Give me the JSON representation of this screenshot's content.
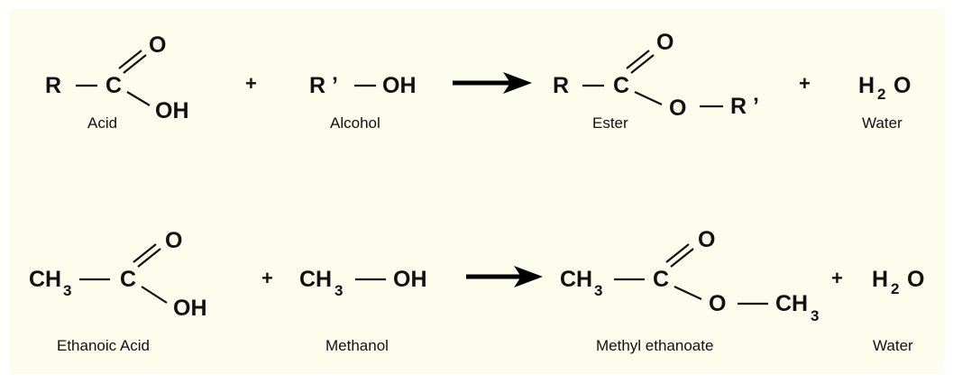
{
  "colors": {
    "panel_background": "#fdfdee",
    "ink": "#111111"
  },
  "general_reaction": {
    "acid": {
      "r": "R",
      "carbon": "C",
      "carbonyl_o": "O",
      "hydroxyl": "OH",
      "caption": "Acid"
    },
    "plus_1": "+",
    "alcohol": {
      "r_prime": "R ’",
      "hydroxyl": "OH",
      "caption": "Alcohol"
    },
    "ester": {
      "r": "R",
      "carbon": "C",
      "carbonyl_o": "O",
      "ether_o": "O",
      "r_prime": "R ’",
      "caption": "Ester"
    },
    "plus_2": "+",
    "water": {
      "h": "H",
      "h_subscript": "2",
      "o": "O",
      "caption": "Water"
    }
  },
  "specific_reaction": {
    "acid": {
      "ch": "CH",
      "ch_subscript": "3",
      "carbon": "C",
      "carbonyl_o": "O",
      "hydroxyl": "OH",
      "caption": "Ethanoic Acid"
    },
    "plus_1": "+",
    "alcohol": {
      "ch": "CH",
      "ch_subscript": "3",
      "hydroxyl": "OH",
      "caption": "Methanol"
    },
    "ester": {
      "ch": "CH",
      "ch_subscript": "3",
      "carbon": "C",
      "carbonyl_o": "O",
      "ether_o": "O",
      "ch_end": "CH",
      "ch_end_subscript": "3",
      "caption": "Methyl ethanoate"
    },
    "plus_2": "+",
    "water": {
      "h": "H",
      "h_subscript": "2",
      "o": "O",
      "caption": "Water"
    }
  }
}
